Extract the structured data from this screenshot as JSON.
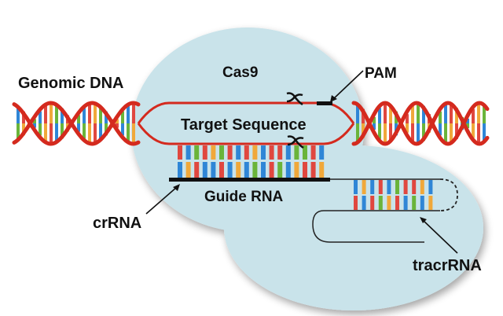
{
  "title": "CRISPR-Cas9 mechanism",
  "labels": {
    "genomic_dna": "Genomic DNA",
    "cas9": "Cas9",
    "pam": "PAM",
    "target_sequence": "Target Sequence",
    "guide_rna": "Guide RNA",
    "crrna": "crRNA",
    "tracrrna": "tracrRNA"
  },
  "colors": {
    "protein": "#c9e3ea",
    "backbone": "#d42a1e",
    "base_red": "#e0473f",
    "base_blue": "#2f86d6",
    "base_green": "#6ab43a",
    "base_orange": "#f0a83a",
    "rna_strand": "#111111"
  },
  "base_pairs": {
    "target_top": [
      "red",
      "blue",
      "green",
      "red",
      "orange",
      "green",
      "red",
      "blue",
      "red",
      "orange",
      "blue",
      "red",
      "red",
      "blue",
      "green",
      "green",
      "red",
      "blue"
    ],
    "target_bottom": [
      "blue",
      "orange",
      "red",
      "blue",
      "blue",
      "red",
      "blue",
      "orange",
      "blue",
      "green",
      "blue",
      "red",
      "green",
      "blue",
      "orange",
      "red",
      "red",
      "orange"
    ],
    "tracr_top": [
      "blue",
      "orange",
      "blue",
      "red",
      "blue",
      "green",
      "red",
      "red",
      "orange",
      "blue"
    ],
    "tracr_bottom": [
      "red",
      "blue",
      "red",
      "green",
      "orange",
      "red",
      "blue",
      "green",
      "blue",
      "orange"
    ]
  }
}
